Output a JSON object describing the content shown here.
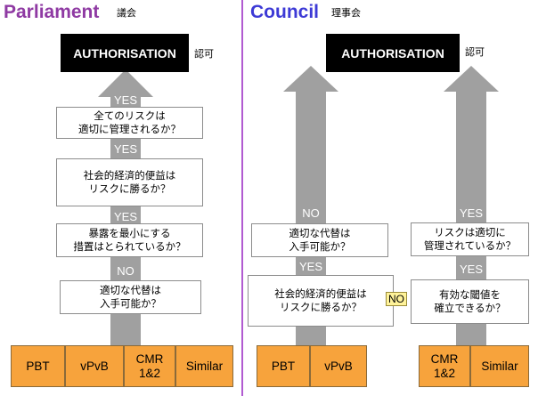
{
  "parliament": {
    "title": "Parliament",
    "title_jp": "議会",
    "authorisation": "AUTHORISATION",
    "approval": "認可",
    "labels": [
      "YES",
      "YES",
      "YES",
      "NO"
    ],
    "boxes": [
      [
        "全てのリスクは",
        "適切に管理されるか？"
      ],
      [
        "社会的経済的便益は",
        "リスクに勝るか？"
      ],
      [
        "暴露を最小にする",
        "措置はとられているか？"
      ],
      [
        "適切な代替は",
        "入手可能か？"
      ]
    ],
    "categories": [
      "PBT",
      "vPvB",
      "CMR\n1&2",
      "Similar"
    ]
  },
  "council": {
    "title": "Council",
    "title_jp": "理事会",
    "authorisation": "AUTHORISATION",
    "approval": "認可",
    "left": {
      "labels": [
        "NO",
        "YES"
      ],
      "boxes": [
        [
          "適切な代替は",
          "入手可能か？"
        ],
        [
          "社会的経済的便益は",
          "リスクに勝るか？"
        ]
      ],
      "no_badge": "NO"
    },
    "right": {
      "labels": [
        "YES",
        "YES"
      ],
      "boxes": [
        [
          "リスクは適切に",
          "管理されているか？"
        ],
        [
          "有効な閾値を",
          "確立できるか？"
        ]
      ]
    },
    "categories_left": [
      "PBT",
      "vPvB"
    ],
    "categories_right": [
      "CMR\n1&2",
      "Similar"
    ]
  },
  "colors": {
    "parliament_title": "#8f3aa3",
    "council_title": "#3d3ad6",
    "arrow": "#a0a0a0",
    "category_fill": "#f7a33c",
    "divider": "#b15bd1"
  }
}
